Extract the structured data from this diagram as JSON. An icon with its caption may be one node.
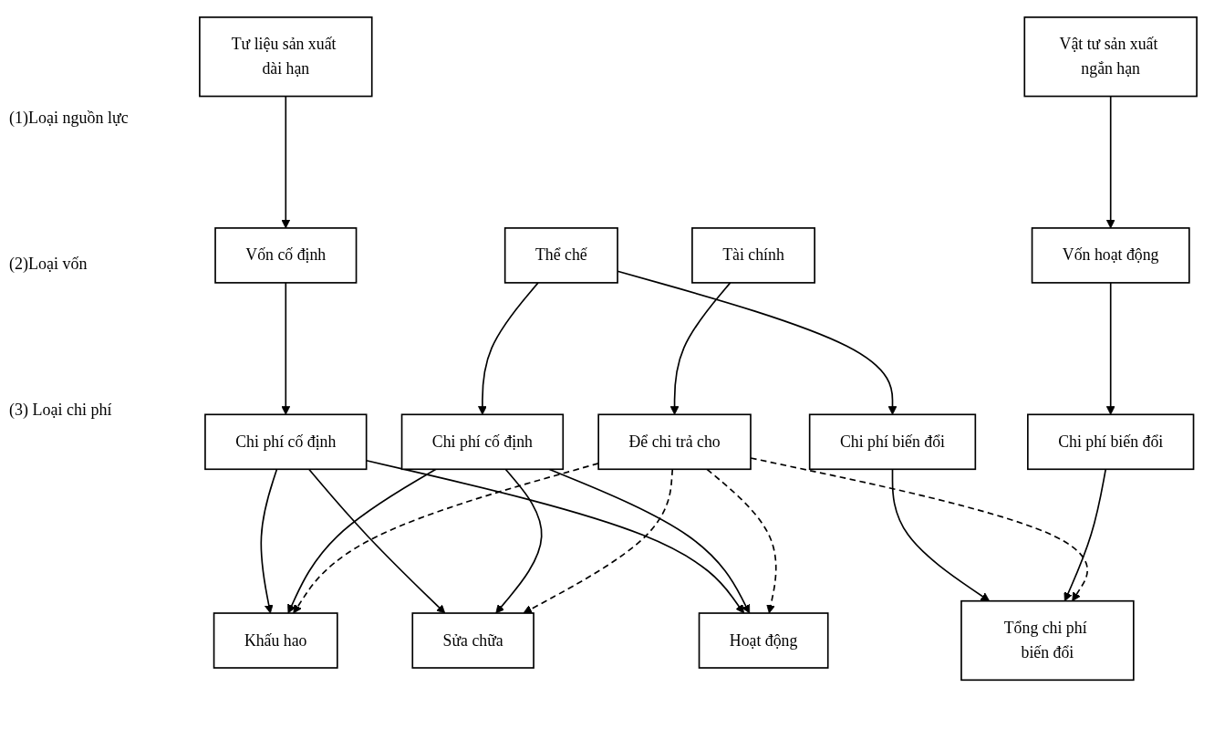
{
  "diagram": {
    "nodes": [
      {
        "text": [
          "Tư liệu sản xuất dài hạn"
        ]
      },
      {
        "text": [
          "Thể chế"
        ]
      },
      {
        "text": [
          "Vật tư sản xuất ngắn hạn"
        ]
      },
      {
        "text": [
          "Tài chính"
        ]
      },
      {
        "text": [
          "Để chi trả cho"
        ]
      },
      {
        "text": [
          "Vốn cố định"
        ]
      },
      {
        "text": [
          "Vốn hoạt động"
        ]
      },
      {
        "text": [
          "Chi phí cố định"
        ]
      },
      {
        "text": [
          "Chi phí cố định"
        ]
      },
      {
        "text": [
          "Chi phí biến đổi"
        ]
      },
      {
        "text": [
          "Chi phí biến đổi"
        ]
      },
      {
        "text": [
          "Khấu hao"
        ]
      },
      {
        "text": [
          "Sửa chữa"
        ]
      },
      {
        "text": [
          "Hoạt động"
        ]
      },
      {
        "text": [
          "Tổng chi phí biến đổi"
        ]
      }
    ],
    "edges": [
      {
        "from": 0,
        "to": 5,
        "arrow": "to"
      },
      {
        "from": 3,
        "to": 4,
        "arrow": "to"
      },
      {
        "from": 2,
        "to": 6,
        "arrow": "to"
      },
      {
        "from": 5,
        "to": 7,
        "arrow": "to"
      },
      {
        "from": 1,
        "to": 8,
        "arrow": "to"
      },
      {
        "from": 1,
        "to": 9,
        "arrow": "to"
      },
      {
        "from": 6,
        "to": 10,
        "arrow": "to"
      },
      {
        "from": 7,
        "to": 11,
        "arrow": "to"
      },
      {
        "from": 7,
        "to": 12,
        "arrow": "to"
      },
      {
        "from": 7,
        "to": 13,
        "arrow": "to"
      },
      {
        "from": 8,
        "to": 11,
        "arrow": "to"
      },
      {
        "from": 8,
        "to": 12,
        "arrow": "to"
      },
      {
        "from": 8,
        "to": 13,
        "arrow": "to"
      },
      {
        "from": 9,
        "to": 14,
        "arrow": "to"
      },
      {
        "from": 10,
        "to": 14,
        "arrow": "to"
      },
      {
        "from": 4,
        "to": 11,
        "arrow": "to",
        "style": "dashed"
      },
      {
        "from": 4,
        "to": 12,
        "arrow": "to",
        "style": "dashed"
      },
      {
        "from": 4,
        "to": 13,
        "arrow": "to",
        "style": "dashed"
      },
      {
        "from": 4,
        "to": 14,
        "arrow": "to",
        "style": "dashed"
      }
    ],
    "labels": [
      "(1)Loại nguồn lực",
      "(2)Loại vốn",
      "(3) Loại chi phí"
    ]
  }
}
